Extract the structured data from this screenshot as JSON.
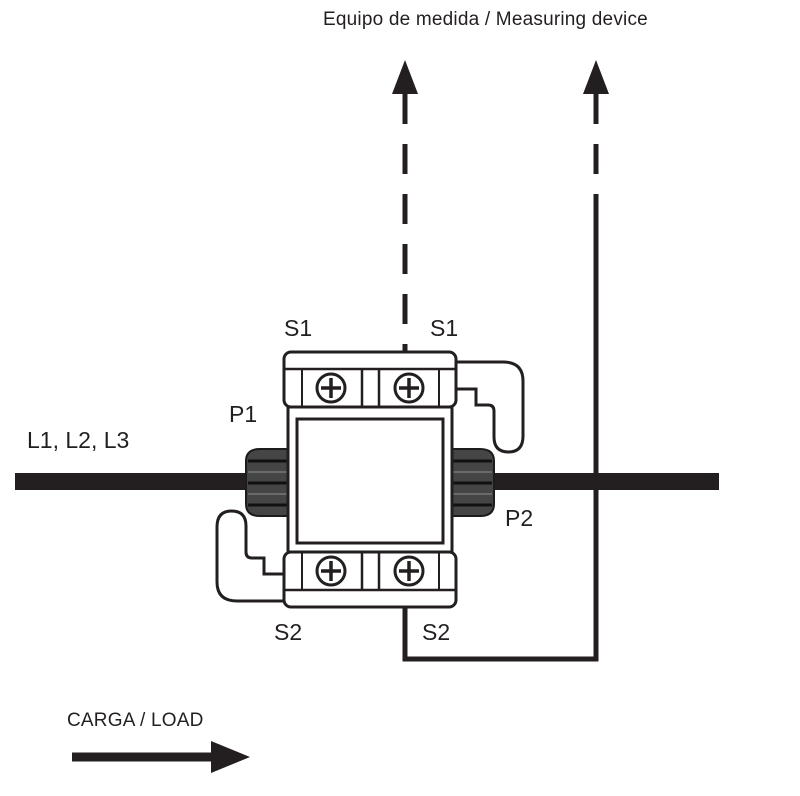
{
  "title": "Equipo de medida / Measuring device",
  "terminals": {
    "s1_left": "S1",
    "s1_right": "S1",
    "s2_left": "S2",
    "s2_right": "S2",
    "p1": "P1",
    "p2": "P2"
  },
  "conductor_label": "L1, L2, L3",
  "load_label": "CARGA / LOAD",
  "colors": {
    "ink": "#231f20",
    "background": "#ffffff",
    "clamp_fill": "#454545"
  }
}
